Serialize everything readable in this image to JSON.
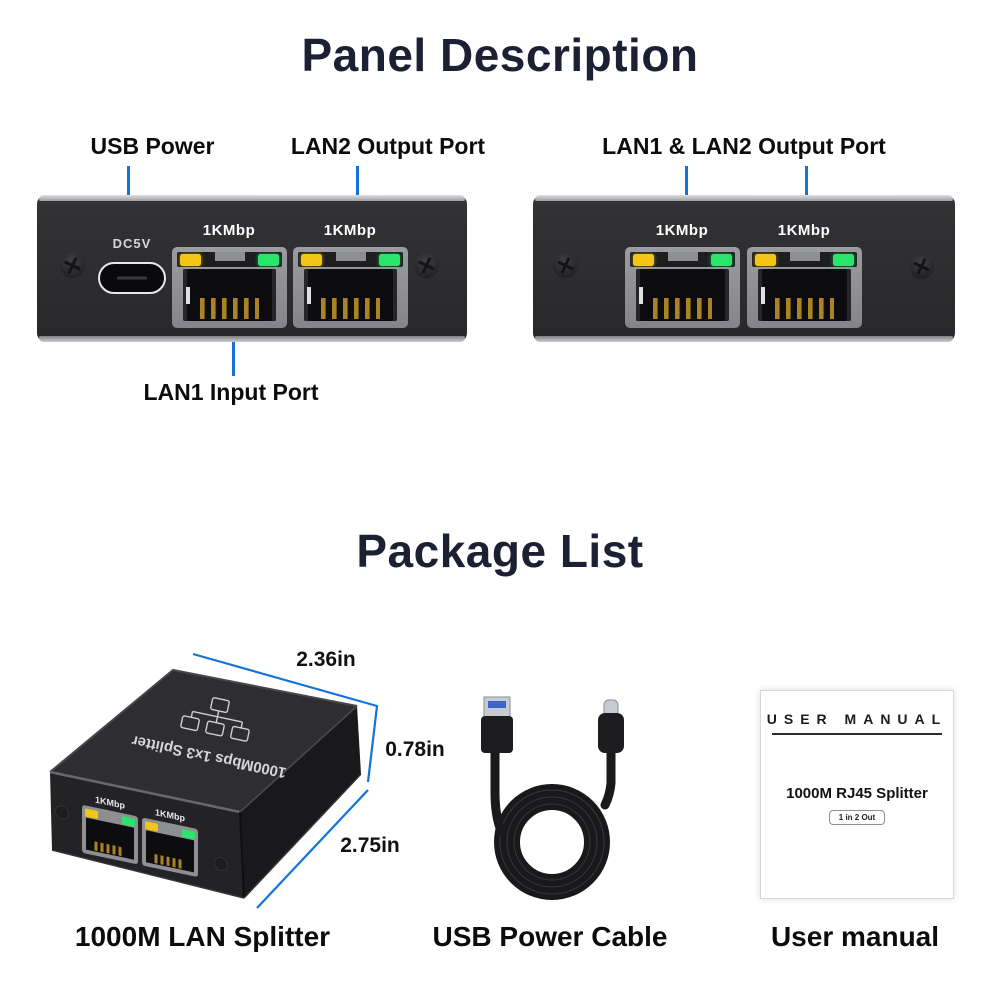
{
  "colors": {
    "accent_blue": "#1373d8",
    "led_yellow": "#f3c515",
    "led_green": "#2ae56b",
    "title_navy": "#1b2132",
    "device_body": "#2c2c2f"
  },
  "panel": {
    "title": "Panel Description",
    "port_speed": "1KMbp",
    "labels": {
      "usb_power": "USB Power",
      "lan2_output": "LAN2 Output Port",
      "lan1_lan2_output": "LAN1 & LAN2 Output Port",
      "lan1_input": "LAN1 Input Port"
    },
    "left_device": {
      "dc_label": "DC5V"
    }
  },
  "package": {
    "title": "Package List",
    "items": [
      {
        "caption": "1000M LAN Splitter",
        "top_text": "1000Mbps 1x3 Splitter",
        "port_speed": "1KMbp",
        "dimensions": {
          "width": "2.36in",
          "height": "0.78in",
          "depth": "2.75in"
        }
      },
      {
        "caption": "USB Power Cable"
      },
      {
        "caption": "User manual",
        "manual": {
          "heading": "USER MANUAL",
          "product": "1000M RJ45 Splitter",
          "badge": "1 in 2 Out"
        }
      }
    ]
  }
}
